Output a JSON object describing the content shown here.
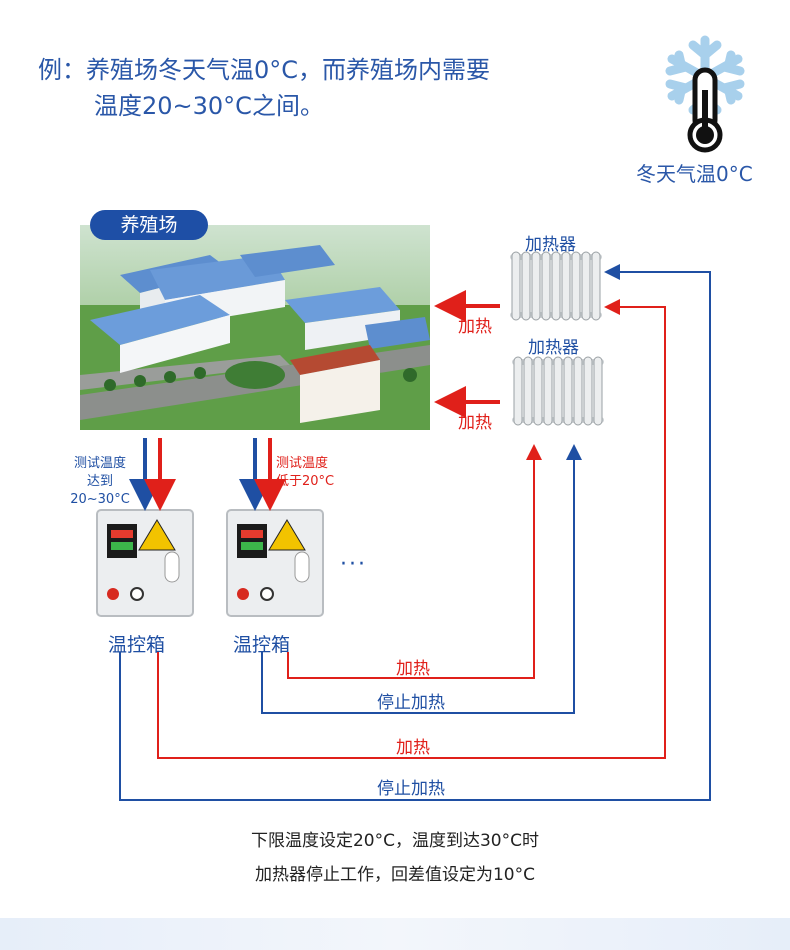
{
  "example": {
    "line1": "例：养殖场冬天气温0°C，而养殖场内需要",
    "line2": "温度20~30°C之间。"
  },
  "cold": {
    "label": "冬天气温0°C"
  },
  "farm": {
    "badge": "养殖场"
  },
  "heaters": {
    "top_label": "加热器",
    "bottom_label": "加热器",
    "top_heat": "加热",
    "bottom_heat": "加热"
  },
  "controllers": {
    "left_note_line1": "测试温度",
    "left_note_line2": "达到20~30°C",
    "right_note_line1": "测试温度",
    "right_note_line2": "低于20°C",
    "left_label": "温控箱",
    "right_label": "温控箱",
    "ellipsis": "···"
  },
  "wires": {
    "inner_heat": "加热",
    "inner_stop": "停止加热",
    "outer_heat": "加热",
    "outer_stop": "停止加热"
  },
  "bottom": {
    "line1": "下限温度设定20°C，温度到达30°C时",
    "line2": "加热器停止工作，回差值设定为10°C"
  },
  "colors": {
    "blue": "#1f4fa3",
    "red": "#e0201a"
  }
}
